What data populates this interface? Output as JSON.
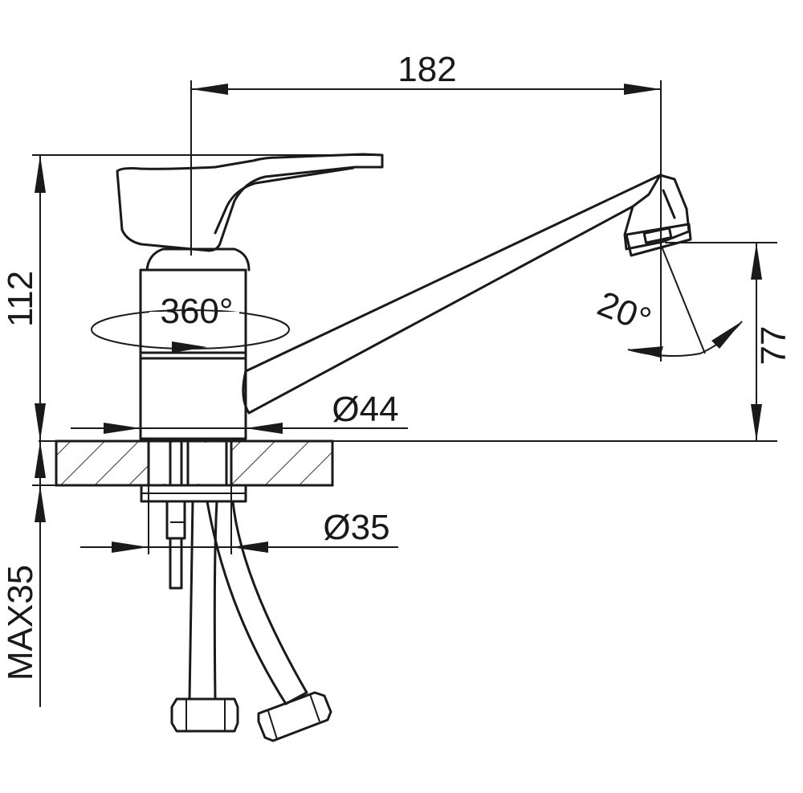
{
  "dimensions": {
    "width_top": "182",
    "height_total": "112",
    "rotation": "360°",
    "body_diameter": "Ø44",
    "spout_height": "77",
    "spout_angle": "20°",
    "hole_diameter": "Ø35",
    "max_thickness": "MAX35"
  },
  "colors": {
    "line": "#1a1a1a",
    "background": "#ffffff"
  }
}
